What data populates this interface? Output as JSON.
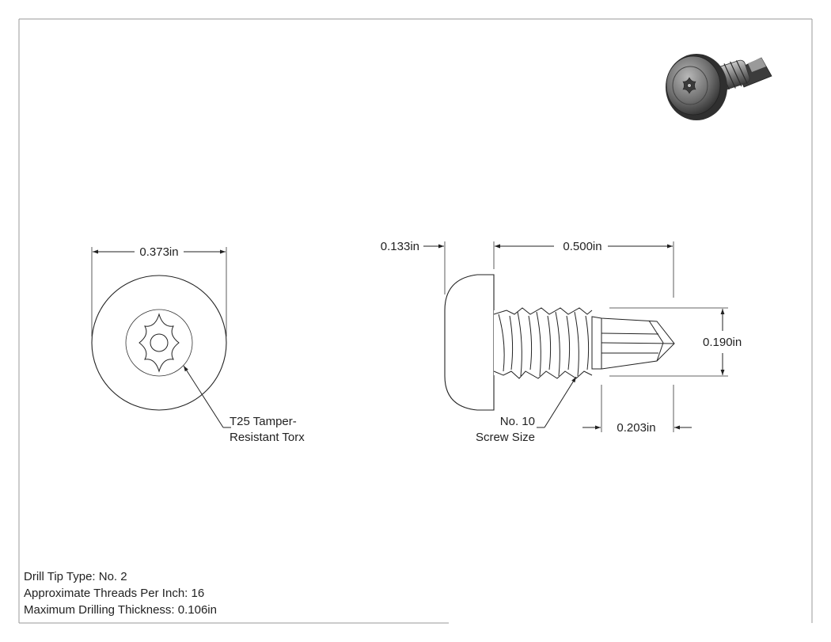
{
  "dimensions": {
    "head_diameter": "0.373in",
    "head_height": "0.133in",
    "thread_length": "0.500in",
    "major_diameter": "0.190in",
    "drill_point_length": "0.203in"
  },
  "callouts": {
    "drive_line1": "T25 Tamper-",
    "drive_line2": "Resistant Torx",
    "size_line1": "No. 10",
    "size_line2": "Screw Size"
  },
  "specs": [
    "Drill Tip Type: No. 2",
    "Approximate Threads Per Inch: 16",
    "Maximum Drilling Thickness: 0.106in"
  ],
  "colors": {
    "line": "#222222",
    "border": "#999999",
    "render_dark": "#4a4a4a",
    "render_mid": "#8a8a8a"
  }
}
